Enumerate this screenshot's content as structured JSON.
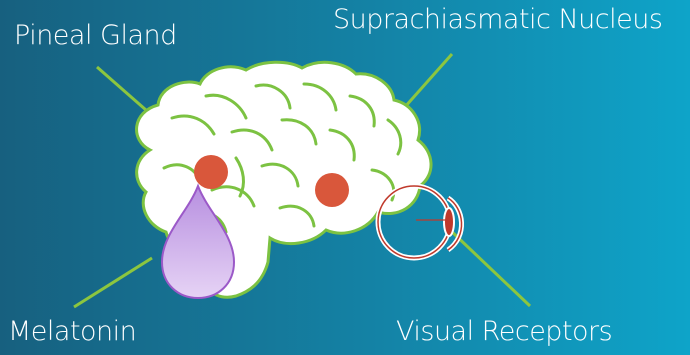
{
  "labels": {
    "pineal_gland": "Pineal Gland",
    "suprachiasmatic_nucleus": "Suprachiasmatic Nucleus",
    "melatonin": "Melatonin",
    "visual_receptors": "Visual Receptors"
  },
  "colors": {
    "background_start": "#17607f",
    "background_end": "#0ea4c9",
    "brain_fill": "#ffffff",
    "brain_outline": "#7cc242",
    "leader_line": "#8cc63f",
    "node_fill": "#d9573b",
    "drop_fill": "#c9a6e6",
    "drop_outline": "#9b59c8",
    "eye_outline": "#c0392b"
  },
  "icons": [
    "brain-illustration",
    "melatonin-drop-icon",
    "eye-icon"
  ]
}
